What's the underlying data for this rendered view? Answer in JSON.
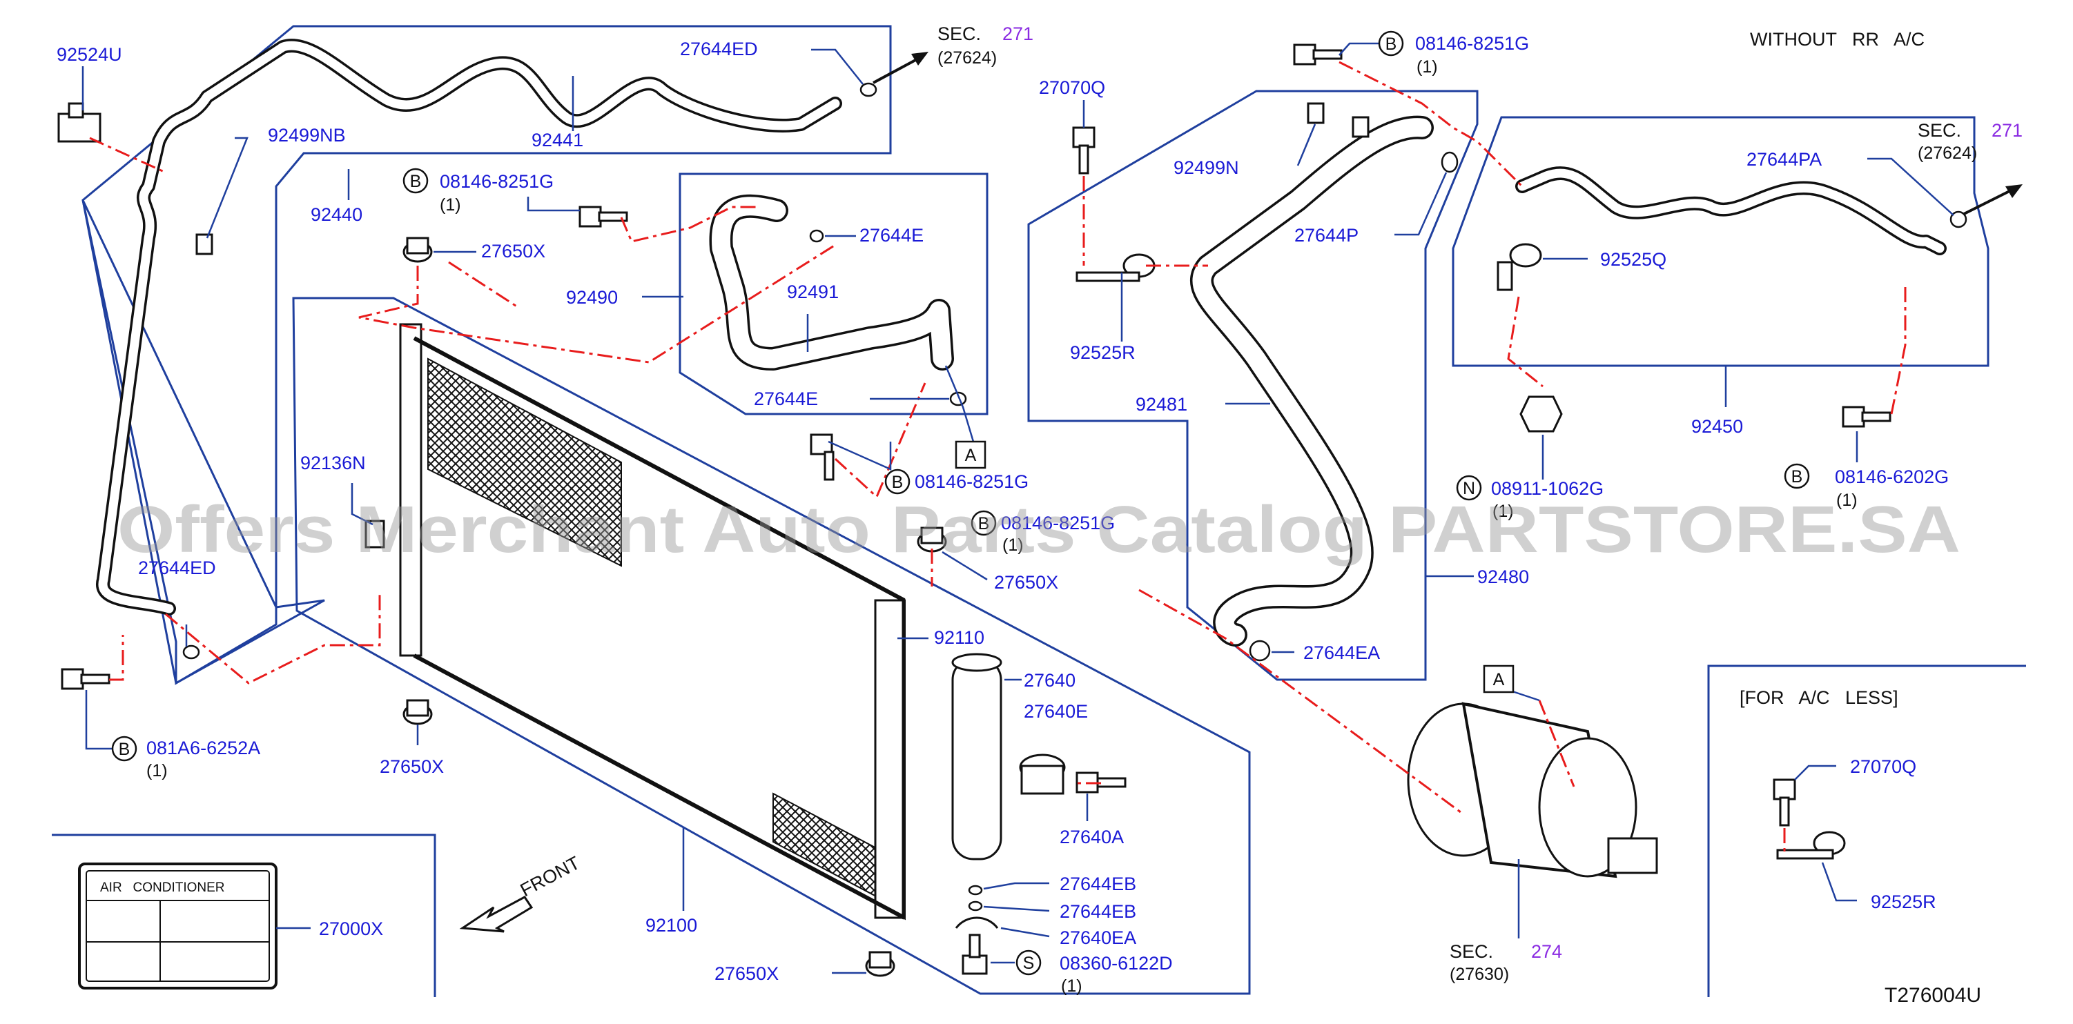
{
  "diagram_id": "T276004U",
  "watermark": "Offers Merchant Auto Parts Catalog PARTSTORE.SA",
  "header_note": "WITHOUT   RR   A/C",
  "for_ac_less": "[FOR   A/C   LESS]",
  "front_label": "FRONT",
  "label_box": {
    "title": "AIR   CONDITIONER"
  },
  "sec_refs": {
    "left_sec": "SEC.",
    "left_num": "271",
    "left_sub": "(27624)",
    "right_sec": "SEC.",
    "right_num": "271",
    "right_sub": "(27624)",
    "comp_sec": "SEC.",
    "comp_num": "274",
    "comp_sub": "(27630)"
  },
  "parts": {
    "p92524U": "92524U",
    "p92499NB": "92499NB",
    "p92441": "92441",
    "p27644ED_top": "27644ED",
    "p92440": "92440",
    "p08146_8251G_a": "08146-8251G",
    "p27650X_top": "27650X",
    "p92490": "92490",
    "p92491": "92491",
    "p27644E_top": "27644E",
    "p27644E_bot": "27644E",
    "p08146_8251G_b": "08146-8251G",
    "p08146_8251G_c": "08146-8251G",
    "p27650X_mid": "27650X",
    "p92136N": "92136N",
    "p27644ED_left": "27644ED",
    "p081A6_6252A": "081A6-6252A",
    "p27650X_left": "27650X",
    "p92110": "92110",
    "p27640": "27640",
    "p27640E": "27640E",
    "p27640A": "27640A",
    "p27644EB_1": "27644EB",
    "p27644EB_2": "27644EB",
    "p27640EA": "27640EA",
    "p08360_6122D": "08360-6122D",
    "p27650X_bot": "27650X",
    "p92100": "92100",
    "p27000X": "27000X",
    "p27070Q_top": "27070Q",
    "p08146_8251G_top": "08146-8251G",
    "p92499N": "92499N",
    "p27644P": "27644P",
    "p92525R_top": "92525R",
    "p92481": "92481",
    "p27644EA": "27644EA",
    "p92480": "92480",
    "p08911_1062G": "08911-1062G",
    "p27644PA": "27644PA",
    "p92525Q": "92525Q",
    "p92450": "92450",
    "p08146_6202G": "08146-6202G",
    "p27070Q_bot": "27070Q",
    "p92525R_bot": "92525R"
  },
  "qty": {
    "one": "(1)"
  },
  "markers": {
    "B": "B",
    "N": "N",
    "S": "S",
    "A": "A"
  }
}
